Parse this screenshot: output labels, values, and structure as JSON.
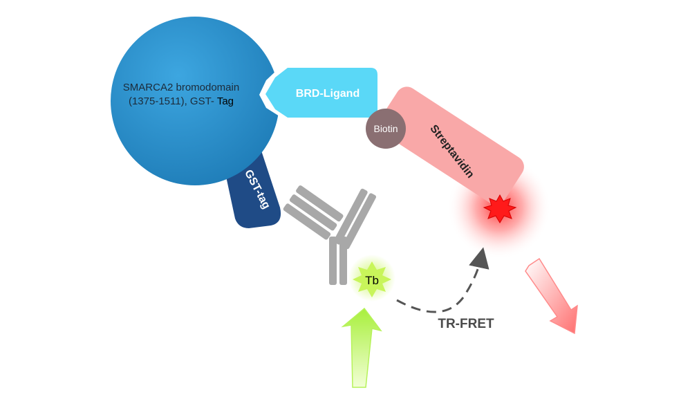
{
  "protein": {
    "line1": "SMARCA2 bromodomain",
    "line2a": "(1375-1511), GST- ",
    "line2b": "Tag"
  },
  "ligand": {
    "label": "BRD-Ligand"
  },
  "biotin": {
    "label": "Biotin"
  },
  "streptavidin": {
    "label": "Streptavidin"
  },
  "gst_tag": {
    "label": "GST-tag"
  },
  "terbium": {
    "label": "Tb"
  },
  "fret": {
    "label": "TR-FRET"
  },
  "colors": {
    "protein": "#2b8fcb",
    "gst_tag": "#1f4b86",
    "ligand": "#5ad8f7",
    "biotin": "#8a6f72",
    "streptavidin": "#f9a8a8",
    "antibody": "#a8a8a8",
    "terbium": "#c8f55a",
    "acceptor": "#ff1a1a",
    "excitation_arrow": "#b6f25a",
    "emission_arrow": "#ff8a8a"
  }
}
